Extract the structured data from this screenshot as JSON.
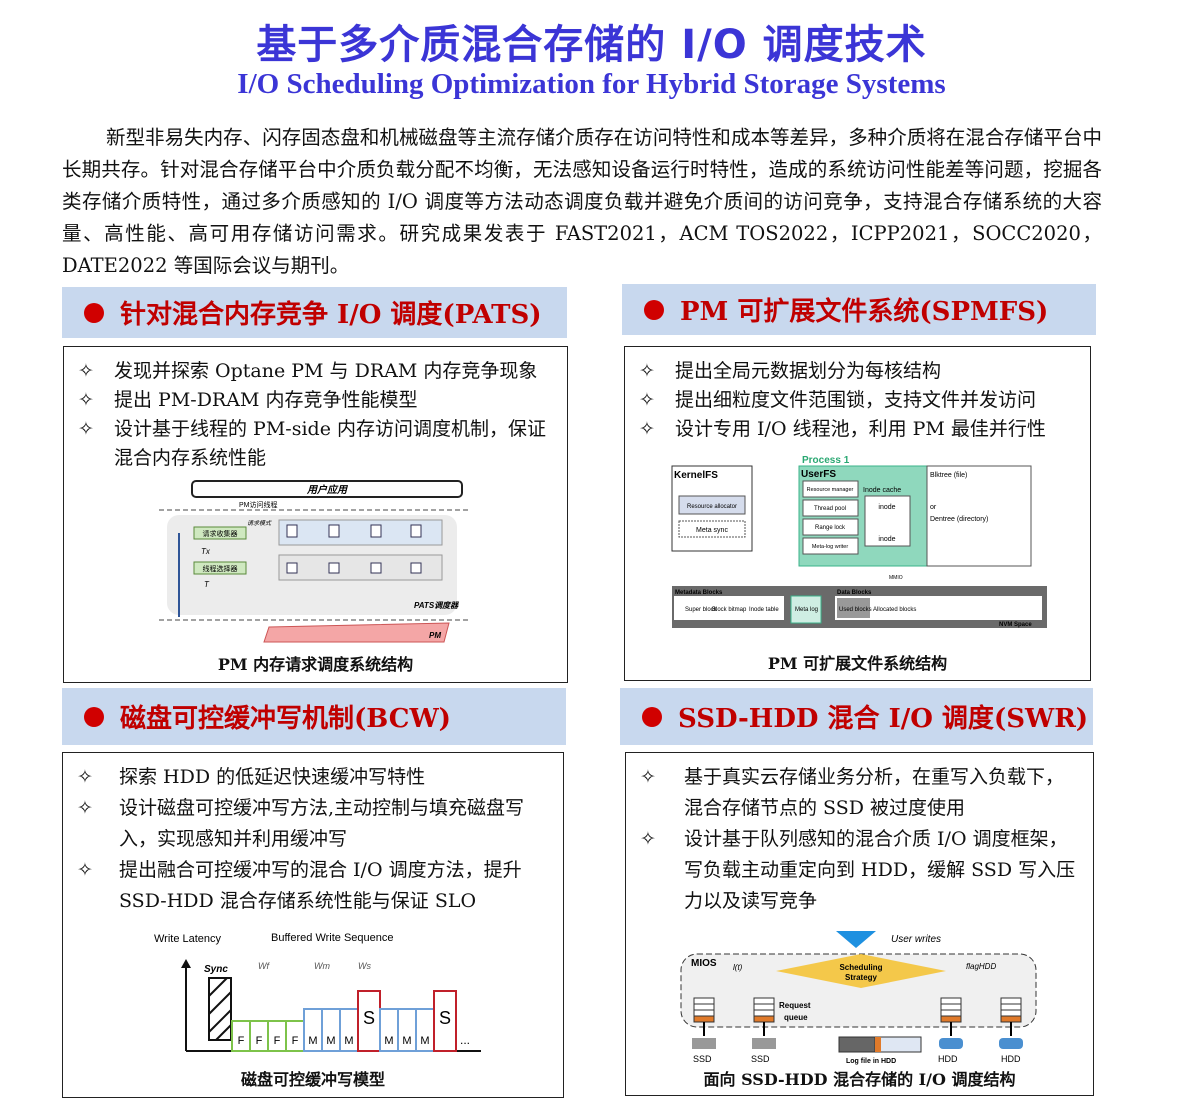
{
  "title_cn": "基于多介质混合存储的 I/O 调度技术",
  "title_en": "I/O Scheduling Optimization for Hybrid Storage Systems",
  "intro": "新型非易失内存、闪存固态盘和机械磁盘等主流存储介质存在访问特性和成本等差异，多种介质将在混合存储平台中长期共存。针对混合存储平台中介质负载分配不均衡，无法感知设备运行时特性，造成的系统访问性能差等问题，挖掘各类存储介质特性，通过多介质感知的 I/O 调度等方法动态调度负载并避免介质间的访问竞争，支持混合存储系统的大容量、高性能、高可用存储访问需求。研究成果发表于 FAST2021，ACM TOS2022，ICPP2021，SOCC2020，DATE2022 等国际会议与期刊。",
  "colors": {
    "title": "#3b35d6",
    "heading": "#c00000",
    "band": "#c8d8ee"
  },
  "sections": [
    {
      "heading": "针对混合内存竞争 I/O 调度(PATS)",
      "bullets": [
        "发现并探索 Optane PM 与 DRAM 内存竞争现象",
        "提出 PM-DRAM 内存竞争性能模型",
        "设计基于线程的 PM-side 内存访问调度机制，保证混合内存系统性能"
      ],
      "caption": "PM 内存请求调度系统结构",
      "fig": {
        "app": "用户应用",
        "threads": "PM访问线程",
        "collector": "请求收集器",
        "mode": "请求模式",
        "selector": "线程选择器",
        "tx": "Tx",
        "t": "T",
        "scheduler": "PATS调度器",
        "pm": "PM"
      }
    },
    {
      "heading": "PM 可扩展文件系统(SPMFS)",
      "bullets": [
        "提出全局元数据划分为每核结构",
        "提出细粒度文件范围锁，支持文件并发访问",
        "设计专用 I/O 线程池，利用 PM 最佳并行性"
      ],
      "caption": "PM 可扩展文件系统结构",
      "fig": {
        "kernelfs": "KernelFS",
        "res_alloc": "Resource allocator",
        "meta_sync": "Meta sync",
        "process": "Process 1",
        "userfs": "UserFS",
        "res_mgr": "Resource manager",
        "thread_pool": "Thread pool",
        "range_lock": "Range lock",
        "meta_log_writer": "Meta-log writer",
        "inode_cache": "Inode cache",
        "inode": "inode",
        "blktree": "Blktree (file)",
        "or": "or",
        "dentree": "Dentree (directory)",
        "mmio": "MMIO",
        "meta_blocks": "Metadata Blocks",
        "super": "Super block",
        "bitmap": "Block bitmap",
        "inode_table": "Inode table",
        "meta_log": "Meta log",
        "data_blocks": "Data Blocks",
        "used": "Used blocks",
        "allocated": "Allocated blocks",
        "nvm": "NVM Space"
      }
    },
    {
      "heading": "磁盘可控缓冲写机制(BCW)",
      "bullets": [
        "探索 HDD 的低延迟快速缓冲写特性",
        "设计磁盘可控缓冲写方法,主动控制与填充磁盘写入，实现感知并利用缓冲写",
        "提出融合可控缓冲写的混合 I/O 调度方法，提升 SSD-HDD 混合存储系统性能与保证 SLO"
      ],
      "caption": "磁盘可控缓冲写模型",
      "fig": {
        "ylabel": "Write Latency",
        "seq": "Buffered Write Sequence",
        "sync": "Sync",
        "wf": "Wf",
        "wm": "Wm",
        "ws": "Ws",
        "f": "F",
        "m": "M",
        "s": "S",
        "more": "..."
      }
    },
    {
      "heading": "SSD-HDD 混合 I/O 调度(SWR)",
      "bullets": [
        "基于真实云存储业务分析，在重写入负载下，混合存储节点的 SSD 被过度使用",
        "设计基于队列感知的混合介质 I/O 调度框架，写负载主动重定向到 HDD，缓解 SSD 写入压力以及读写竞争"
      ],
      "caption": "面向 SSD-HDD 混合存储的 I/O 调度结构",
      "fig": {
        "user_writes": "User writes",
        "mios": "MIOS",
        "lt": "l(t)",
        "strategy1": "Scheduling",
        "strategy2": "Strategy",
        "flag": "flagHDD",
        "queue1": "Request",
        "queue2": "queue",
        "ssd": "SSD",
        "hdd": "HDD",
        "log": "Log file in HDD",
        "dots": "..."
      }
    }
  ]
}
